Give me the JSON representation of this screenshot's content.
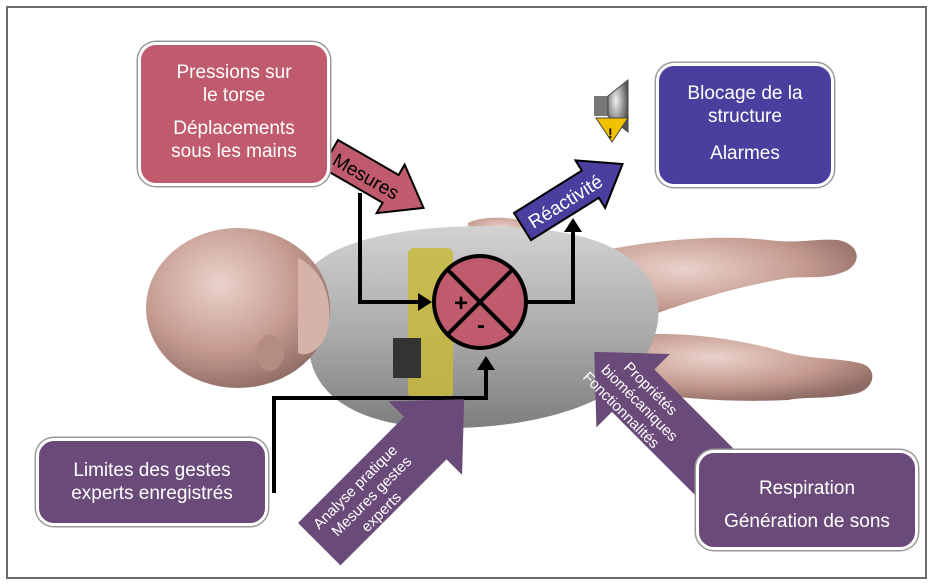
{
  "inputs": {
    "pressions": "Pressions sur le torse",
    "pressions_l1": "Pressions sur",
    "pressions_l2": "le torse",
    "deplacements_l1": "Déplacements",
    "deplacements_l2": "sous les mains"
  },
  "outputs": {
    "blocage_l1": "Blocage de la",
    "blocage_l2": "structure",
    "alarmes": "Alarmes"
  },
  "limits": {
    "line1": "Limites des gestes",
    "line2": "experts enregistrés"
  },
  "functions": {
    "respiration": "Respiration",
    "generation": "Génération de sons"
  },
  "arrows": {
    "mesures": "Mesures",
    "reactivite": "Réactivité",
    "analyse_l1": "Analyse pratique",
    "analyse_l2": "Mesures gestes",
    "analyse_l3": "experts",
    "proprietes_l1": "Propriétés",
    "proprietes_l2": "biomécaniques",
    "proprietes_l3": "Fonctionnalités"
  },
  "comparator": {
    "plus": "+",
    "minus": "-"
  },
  "colors": {
    "pink": "#bf5b6d",
    "blue": "#4a3f9e",
    "purple": "#6a4a78",
    "skin": "#c9a39a",
    "body_gray": "#a8a8a8"
  },
  "icons": [
    "speaker-warning-icon"
  ]
}
